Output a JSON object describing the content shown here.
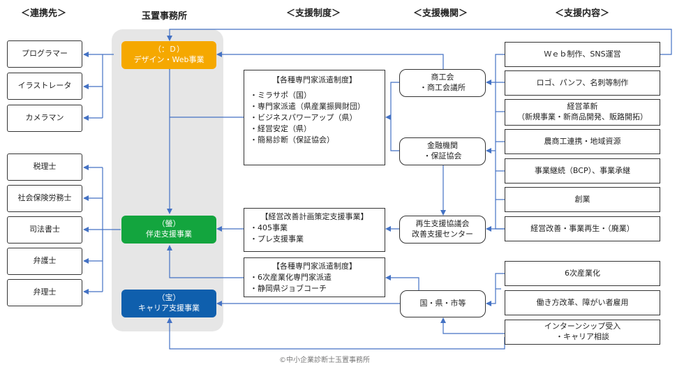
{
  "headers": {
    "partners": "＜連携先＞",
    "office": "玉置事務所",
    "systems": "＜支援制度＞",
    "agencies": "＜支援機関＞",
    "content": "＜支援内容＞"
  },
  "partners": [
    "プログラマー",
    "イラストレータ",
    "カメラマン",
    "税理士",
    "社会保険労務士",
    "司法書士",
    "弁護士",
    "弁理士"
  ],
  "office": {
    "design": {
      "mark": "（：Ｄ）",
      "label": "デザイン・Web事業"
    },
    "accompany": {
      "mark": "（螢）",
      "label": "伴走支援事業"
    },
    "career": {
      "mark": "（宝）",
      "label": "キャリア支援事業"
    }
  },
  "systems": {
    "experts": {
      "title": "【各種専門家派遣制度】",
      "items": [
        "・ミラサポ（国）",
        "・専門家派遣（県産業振興財団）",
        "・ビジネスパワーアップ（県）",
        "・経営安定（県）",
        "・簡易診断（保証協会）"
      ]
    },
    "plan": {
      "title": "【経営改善計画策定支援事業】",
      "items": [
        "・405事業",
        "・プレ支援事業"
      ]
    },
    "experts2": {
      "title": "【各種専門家派遣制度】",
      "items": [
        "・6次産業化専門家派遣",
        "・静岡県ジョブコーチ"
      ]
    }
  },
  "agencies": {
    "chamber": [
      "商工会",
      "・商工会議所"
    ],
    "finance": [
      "金融機関",
      "・保証協会"
    ],
    "revival": [
      "再生支援協議会",
      "改善支援センター"
    ],
    "govt": "国・県・市等"
  },
  "content": [
    "Ｗｅｂ制作、SNS運営",
    "ロゴ、パンフ、名刺等制作",
    "経営革新",
    "（新規事業・新商品開発、販路開拓）",
    "農商工連携・地域資源",
    "事業継続（BCP）、事業承継",
    "創業",
    "経営改善・事業再生・（廃業）",
    "6次産業化",
    "働き方改革、障がい者雇用",
    "インターンシップ受入",
    "・キャリア相談"
  ],
  "footer": "©中小企業診断士玉置事務所",
  "colors": {
    "design": "#f5a800",
    "accompany": "#13a53e",
    "career": "#0f5fad",
    "line": "#4472c4",
    "office_bg": "#e6e6e6"
  }
}
